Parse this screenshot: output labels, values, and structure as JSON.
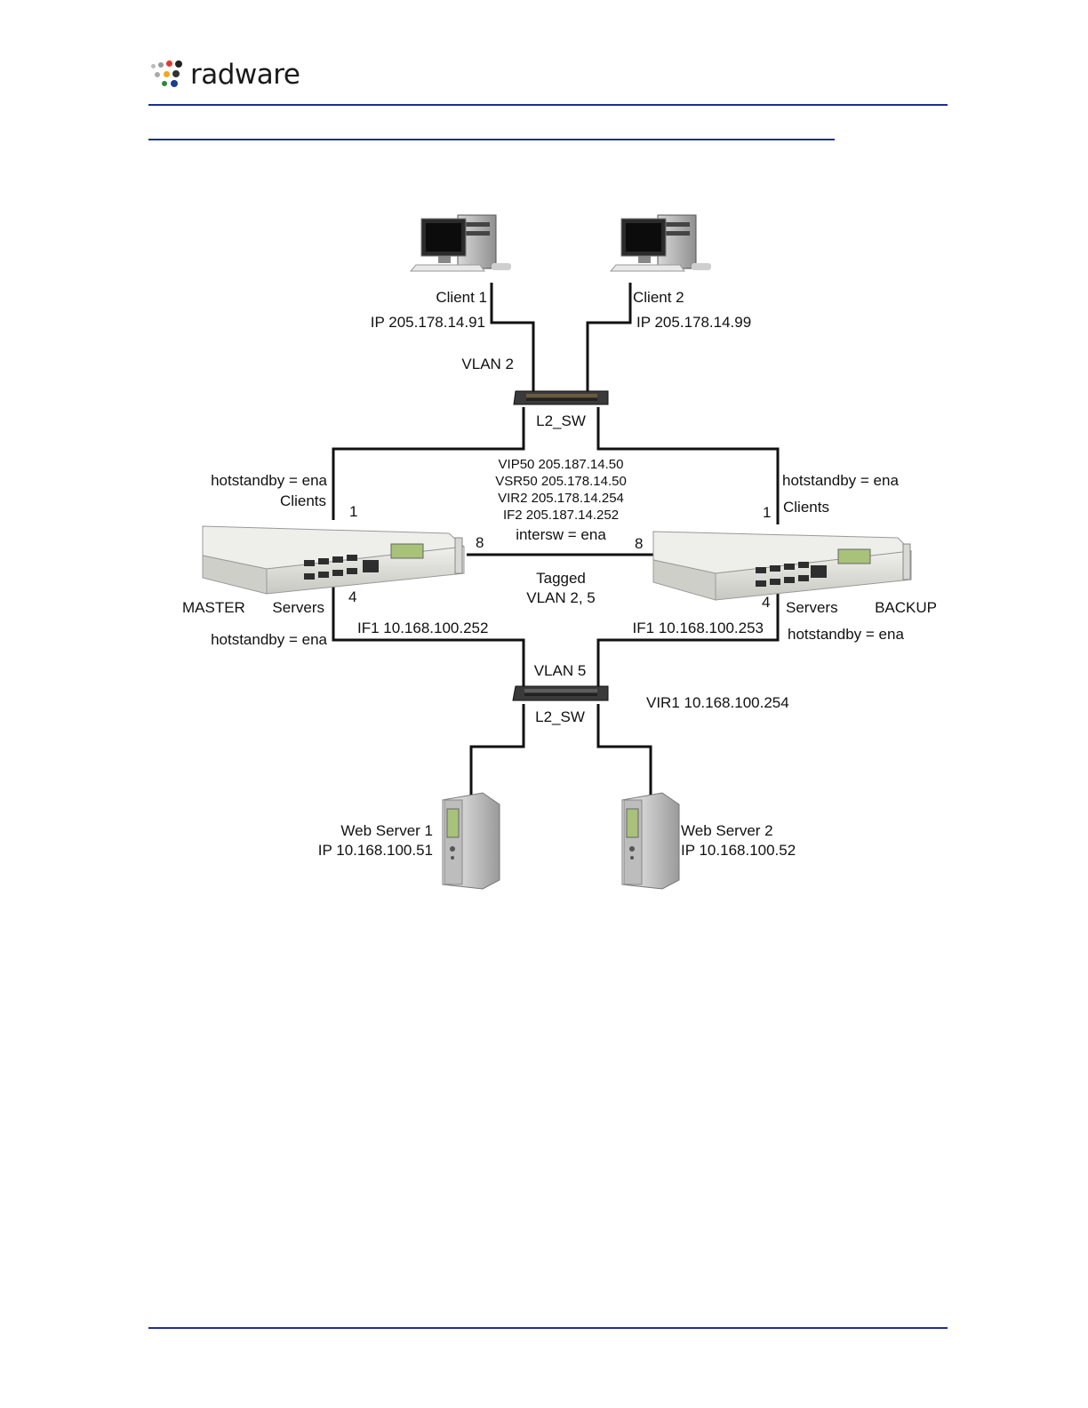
{
  "brand": {
    "name": "radware"
  },
  "colors": {
    "rule": "#1f2f8f",
    "link": "#000000",
    "device_body": "#d9d9d4"
  },
  "diagram": {
    "client1": {
      "name": "Client 1",
      "ip": "IP 205.178.14.91"
    },
    "client2": {
      "name": "Client 2",
      "ip": "IP 205.178.14.99"
    },
    "vlan_top": "VLAN 2",
    "switch_top": "L2_SW",
    "master": {
      "role": "MASTER",
      "hotstandby_clients": "hotstandby = ena",
      "clients": "Clients",
      "port_clients": "1",
      "port_inter": "8",
      "port_servers": "4",
      "servers": "Servers",
      "hotstandby_servers": "hotstandby = ena",
      "if1": "IF1 10.168.100.252"
    },
    "backup": {
      "role": "BACKUP",
      "hotstandby_clients": "hotstandby = ena",
      "clients": "Clients",
      "port_clients": "1",
      "port_inter": "8",
      "port_servers": "4",
      "servers": "Servers",
      "hotstandby_servers": "hotstandby = ena",
      "if1": "IF1 10.168.100.253"
    },
    "shared": {
      "vip": "VIP50 205.187.14.50",
      "vsr": "VSR50 205.178.14.50",
      "vir2": "VIR2 205.178.14.254",
      "if2": "IF2 205.187.14.252",
      "intersw": "intersw = ena"
    },
    "tagged": {
      "line1": "Tagged",
      "line2": "VLAN 2, 5"
    },
    "vlan_bottom": "VLAN 5",
    "switch_bottom": "L2_SW",
    "vir1": "VIR1 10.168.100.254",
    "server1": {
      "name": "Web Server 1",
      "ip": "IP 10.168.100.51"
    },
    "server2": {
      "name": "Web Server 2",
      "ip": "IP 10.168.100.52"
    }
  }
}
